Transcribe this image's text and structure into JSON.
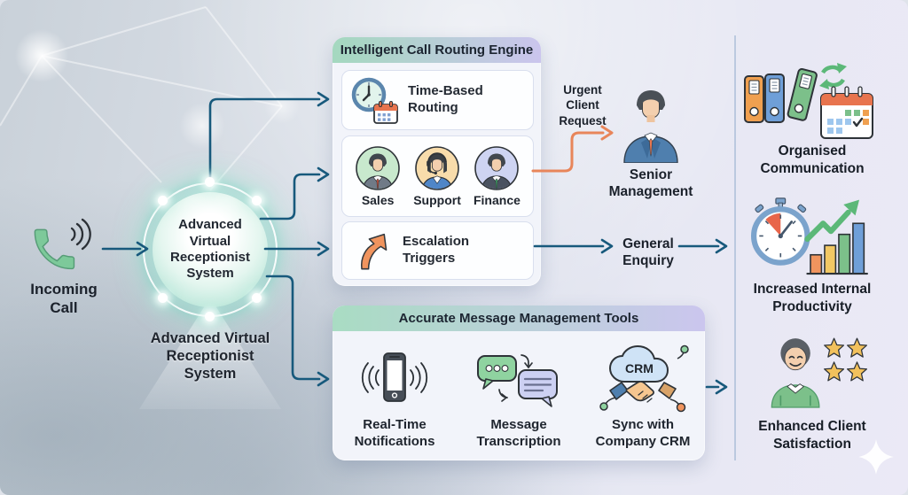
{
  "nodes": {
    "incoming_call": {
      "label": "Incoming Call",
      "icon": "phone-waves-icon"
    },
    "hub": {
      "label": "Advanced Virtual Receptionist System",
      "caption": "Advanced Virtual Receptionist System"
    },
    "urgent_request": {
      "label": "Urgent Client Request"
    },
    "senior_management": {
      "label": "Senior Management",
      "icon": "businessman-icon"
    },
    "general_enquiry": {
      "label": "General Enquiry"
    }
  },
  "routing_engine": {
    "title": "Intelligent Call Routing Engine",
    "time_based": {
      "label": "Time-Based Routing",
      "icon": "clock-calendar-icon"
    },
    "departments": [
      {
        "label": "Sales",
        "icon": "sales-agent-avatar",
        "color": "#c8e9cd"
      },
      {
        "label": "Support",
        "icon": "support-agent-avatar",
        "color": "#f8dcab"
      },
      {
        "label": "Finance",
        "icon": "finance-agent-avatar",
        "color": "#ced4f2"
      }
    ],
    "escalation": {
      "label": "Escalation Triggers",
      "icon": "escalation-arrow-icon"
    }
  },
  "message_tools": {
    "title": "Accurate Message Management Tools",
    "items": [
      {
        "label": "Real-Time Notifications",
        "icon": "vibrating-phone-icon"
      },
      {
        "label": "Message Transcription",
        "icon": "chat-bubbles-icon"
      },
      {
        "label": "Sync with Company CRM",
        "icon": "crm-cloud-handshake-icon",
        "badge": "CRM"
      }
    ]
  },
  "benefits": [
    {
      "label": "Organised Communication",
      "icon": "binders-calendar-icon"
    },
    {
      "label": "Increased Internal Productivity",
      "icon": "stopwatch-chart-icon"
    },
    {
      "label": "Enhanced Client Satisfaction",
      "icon": "happy-client-stars-icon"
    }
  ],
  "colors": {
    "flow_arrow": "#17597c",
    "urgent_arrow": "#e8855a",
    "header_gradient_left": "#a4d8bf",
    "header_gradient_right": "#cbc5ed",
    "phone_green": "#7dc99a",
    "escalation_orange": "#f0945e",
    "star_gold": "#f2c15c",
    "hub_glow": "#95d6c5"
  }
}
